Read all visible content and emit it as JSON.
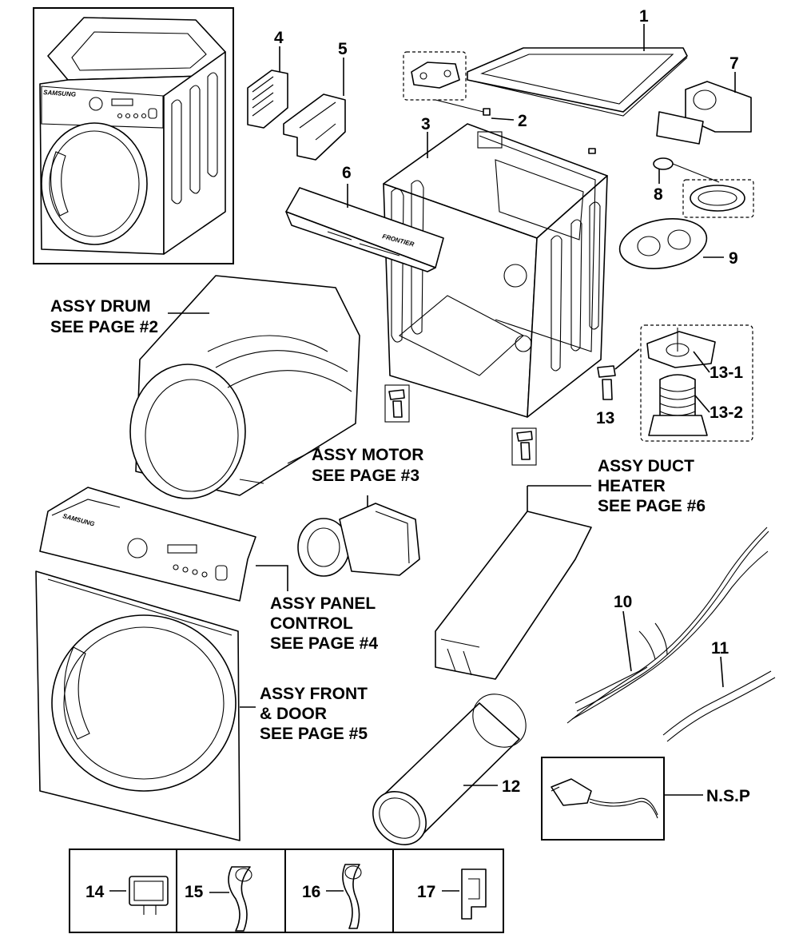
{
  "callouts": {
    "p1": "1",
    "p2": "2",
    "p3": "3",
    "p4": "4",
    "p5": "5",
    "p6": "6",
    "p7": "7",
    "p8": "8",
    "p9": "9",
    "p10": "10",
    "p11": "11",
    "p12": "12",
    "p13": "13",
    "p13_1": "13-1",
    "p13_2": "13-2",
    "p14": "14",
    "p15": "15",
    "p16": "16",
    "p17": "17",
    "nsp": "N.S.P"
  },
  "assemblies": {
    "drum": [
      "ASSY DRUM",
      "SEE PAGE #2"
    ],
    "motor": [
      "ASSY MOTOR",
      "SEE PAGE #3"
    ],
    "duct_heater": [
      "ASSY DUCT",
      "HEATER",
      "SEE PAGE #6"
    ],
    "panel_control": [
      "ASSY PANEL",
      "CONTROL",
      "SEE PAGE #4"
    ],
    "front_door": [
      "ASSY FRONT",
      "& DOOR",
      "SEE PAGE #5"
    ]
  },
  "part_markings": {
    "bracket_text": "FRONTIER"
  }
}
